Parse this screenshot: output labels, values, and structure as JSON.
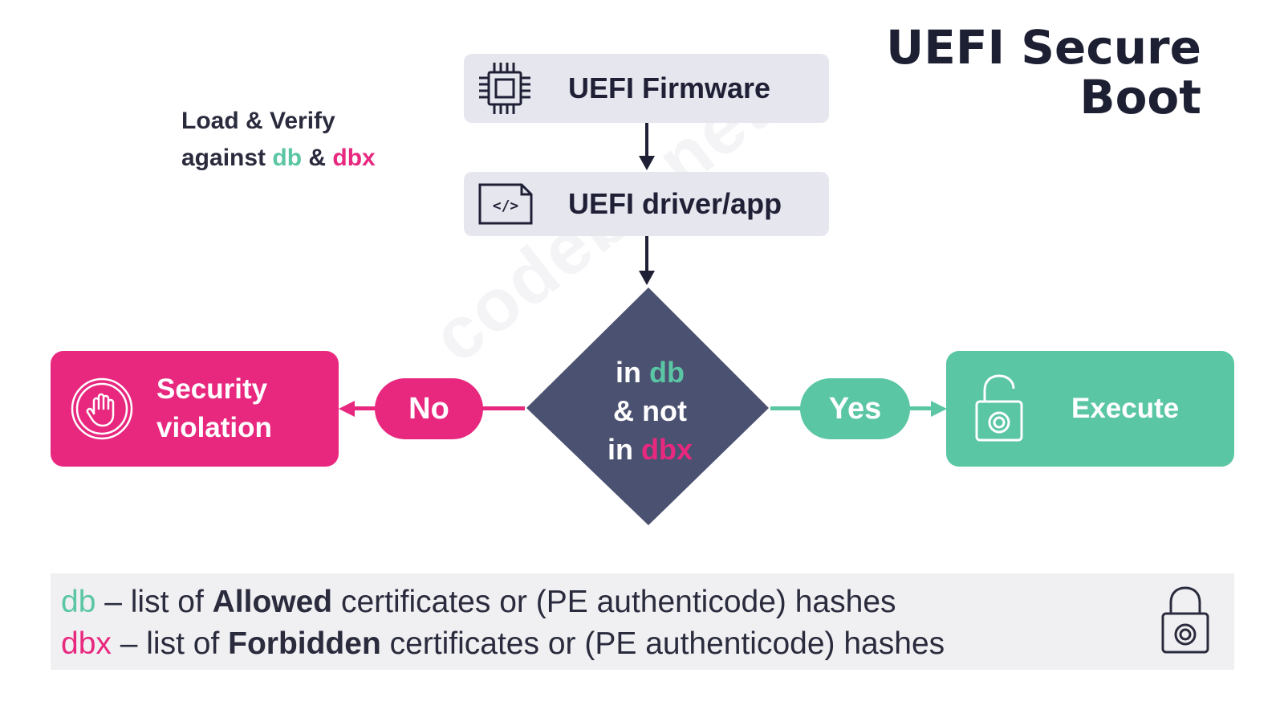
{
  "title": {
    "line1": "UEFI Secure",
    "line2": "Boot"
  },
  "note": {
    "line1": "Load & Verify",
    "line2_prefix": "against ",
    "line2_db": "db",
    "line2_amp": " & ",
    "line2_dbx": "dbx"
  },
  "nodes": {
    "firmware": {
      "label": "UEFI Firmware",
      "icon": "chip-icon"
    },
    "driver": {
      "label": "UEFI driver/app",
      "icon": "code-file-icon"
    },
    "decision": {
      "line1_prefix": "in ",
      "line1_db": "db",
      "line2": "& not",
      "line3_prefix": "in ",
      "line3_dbx": "dbx"
    },
    "violation": {
      "line1": "Security",
      "line2": "violation",
      "icon": "stop-hand-icon"
    },
    "execute": {
      "label": "Execute",
      "icon": "unlocked-padlock-icon"
    }
  },
  "branches": {
    "no": "No",
    "yes": "Yes"
  },
  "legend": {
    "db_term": "db",
    "db_sep": " – list of ",
    "db_bold": "Allowed",
    "db_rest": " certificates or (PE authenticode) hashes",
    "dbx_term": "dbx",
    "dbx_sep": " – list of ",
    "dbx_bold": "Forbidden",
    "dbx_rest": " certificates or (PE authenticode) hashes",
    "icon": "locked-padlock-icon"
  },
  "watermark": "codeby.net",
  "colors": {
    "db_green": "#5ac6a4",
    "dbx_pink": "#e8287f",
    "dark_navy": "#4b5170",
    "box_gray": "#e6e6ee",
    "text_dark": "#1f2036"
  }
}
